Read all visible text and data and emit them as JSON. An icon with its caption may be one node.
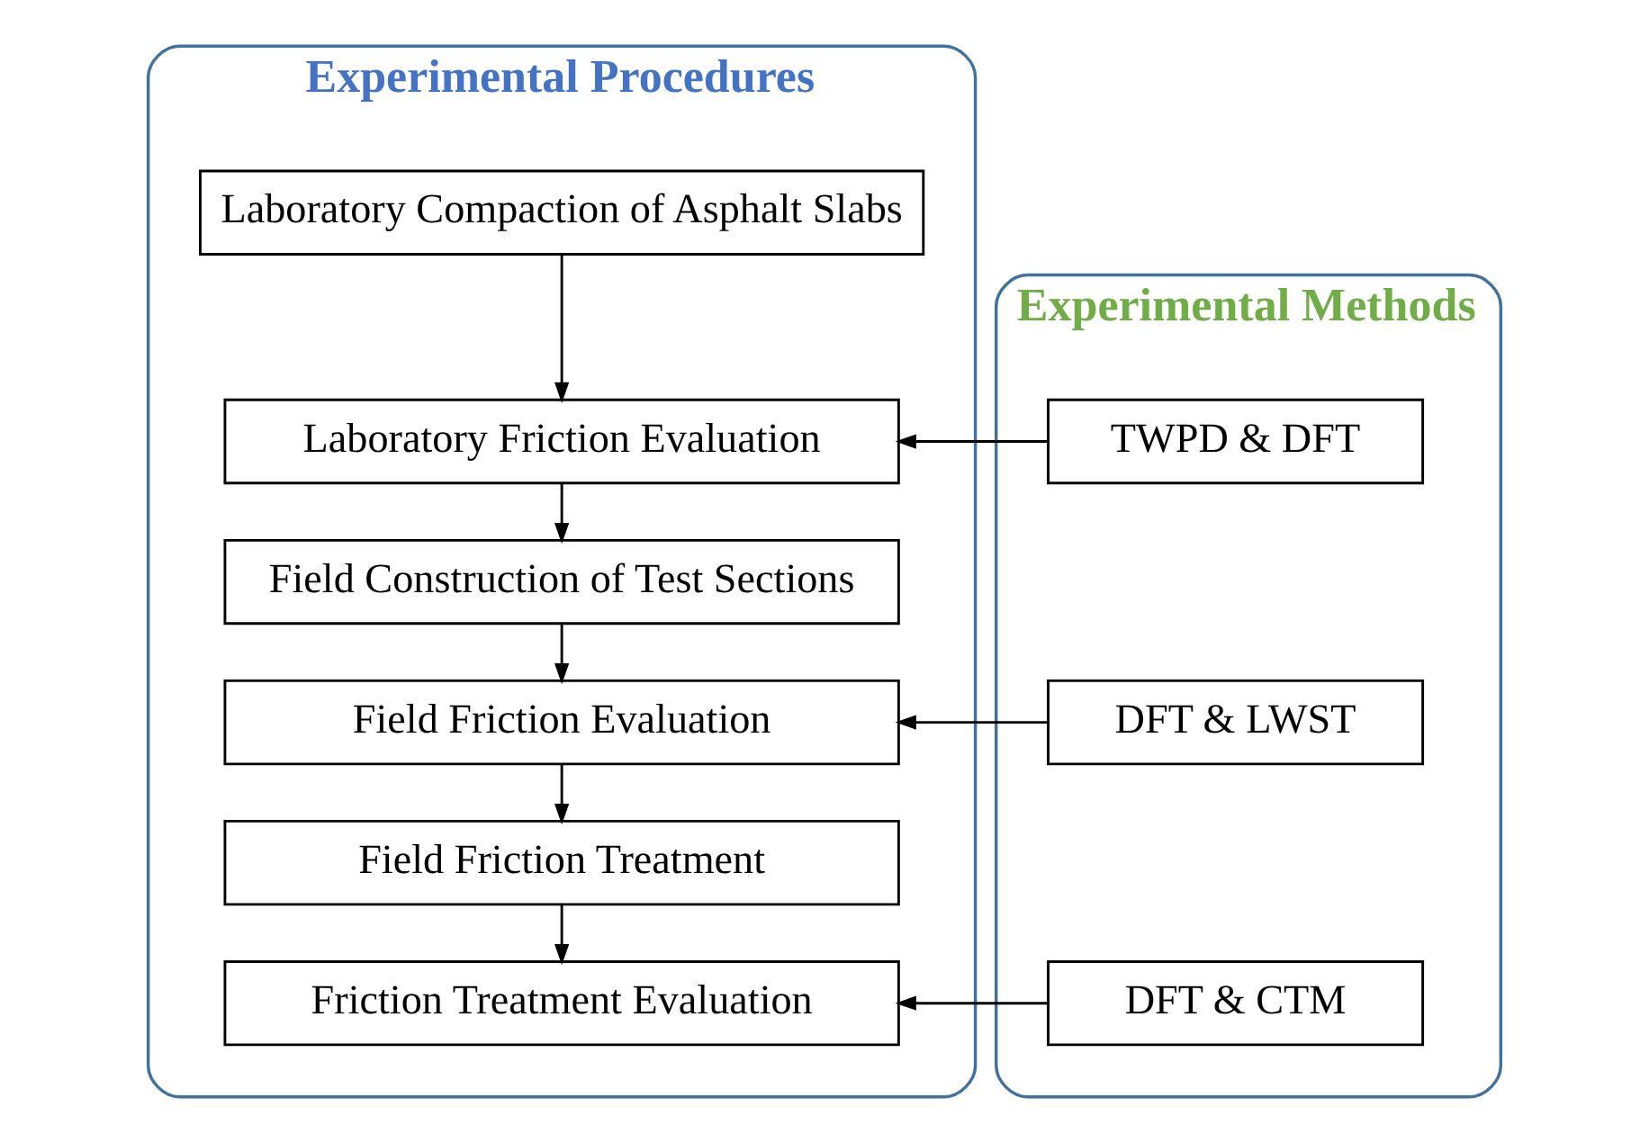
{
  "diagram": {
    "nodes": [
      {
        "text": [
          "Experimental Procedures"
        ]
      },
      {
        "text": [
          "Laboratory Compaction of Asphalt Slabs"
        ],
        "in": 0
      },
      {
        "text": [
          "Laboratory Friction Evaluation"
        ],
        "in": 0
      },
      {
        "text": [
          "Field Construction of Test Sections"
        ],
        "in": 0
      },
      {
        "text": [
          "Field Friction Evaluation"
        ],
        "in": 0
      },
      {
        "text": [
          "Field Friction Treatment"
        ],
        "in": 0
      },
      {
        "text": [
          "Friction Treatment Evaluation"
        ],
        "in": 0
      },
      {
        "text": [
          "Experimental Methods"
        ]
      },
      {
        "text": [
          "TWPD & DFT"
        ],
        "in": 7
      },
      {
        "text": [
          "DFT & LWST"
        ],
        "in": 7
      },
      {
        "text": [
          "DFT & CTM"
        ],
        "in": 7
      }
    ],
    "edges": [
      {
        "from": 1,
        "to": 2,
        "arrow": "to"
      },
      {
        "from": 2,
        "to": 3,
        "arrow": "to"
      },
      {
        "from": 3,
        "to": 4,
        "arrow": "to"
      },
      {
        "from": 4,
        "to": 5,
        "arrow": "to"
      },
      {
        "from": 5,
        "to": 6,
        "arrow": "to"
      },
      {
        "from": 8,
        "to": 2,
        "arrow": "to"
      },
      {
        "from": 9,
        "to": 4,
        "arrow": "to"
      },
      {
        "from": 10,
        "to": 6,
        "arrow": "to"
      }
    ]
  }
}
